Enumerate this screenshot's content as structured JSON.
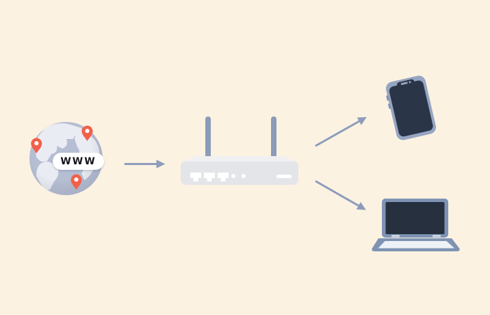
{
  "globe": {
    "label": "WWW"
  },
  "nodes": {
    "internet": "internet-globe-with-location-pins",
    "router": "wifi-router-two-antennas",
    "phone": "smartphone",
    "laptop": "laptop"
  },
  "icons": {
    "pin": "map-location-pin",
    "arrow": "solid-arrow"
  },
  "colors": {
    "bg": "#FCF2E2",
    "globe-base": "#B6BED3",
    "globe-land": "#EAECF3",
    "pin": "#F2604A",
    "pin-hole": "#FFFFFF",
    "arrow": "#8C9CBA",
    "antenna": "#8C9BB8",
    "router-top": "#F0F0F3",
    "router-body": "#E4E5E9",
    "router-detail": "#FFFFFF",
    "phone-frame": "#96A5C2",
    "phone-btn": "#8093B5",
    "screen": "#2B3548",
    "laptop-frame": "#7E93B4",
    "laptop-screen": "#27303F",
    "laptop-deck": "#EEF1F6",
    "hinge": "#C9D3E2",
    "speaker": "#97A2B6"
  }
}
